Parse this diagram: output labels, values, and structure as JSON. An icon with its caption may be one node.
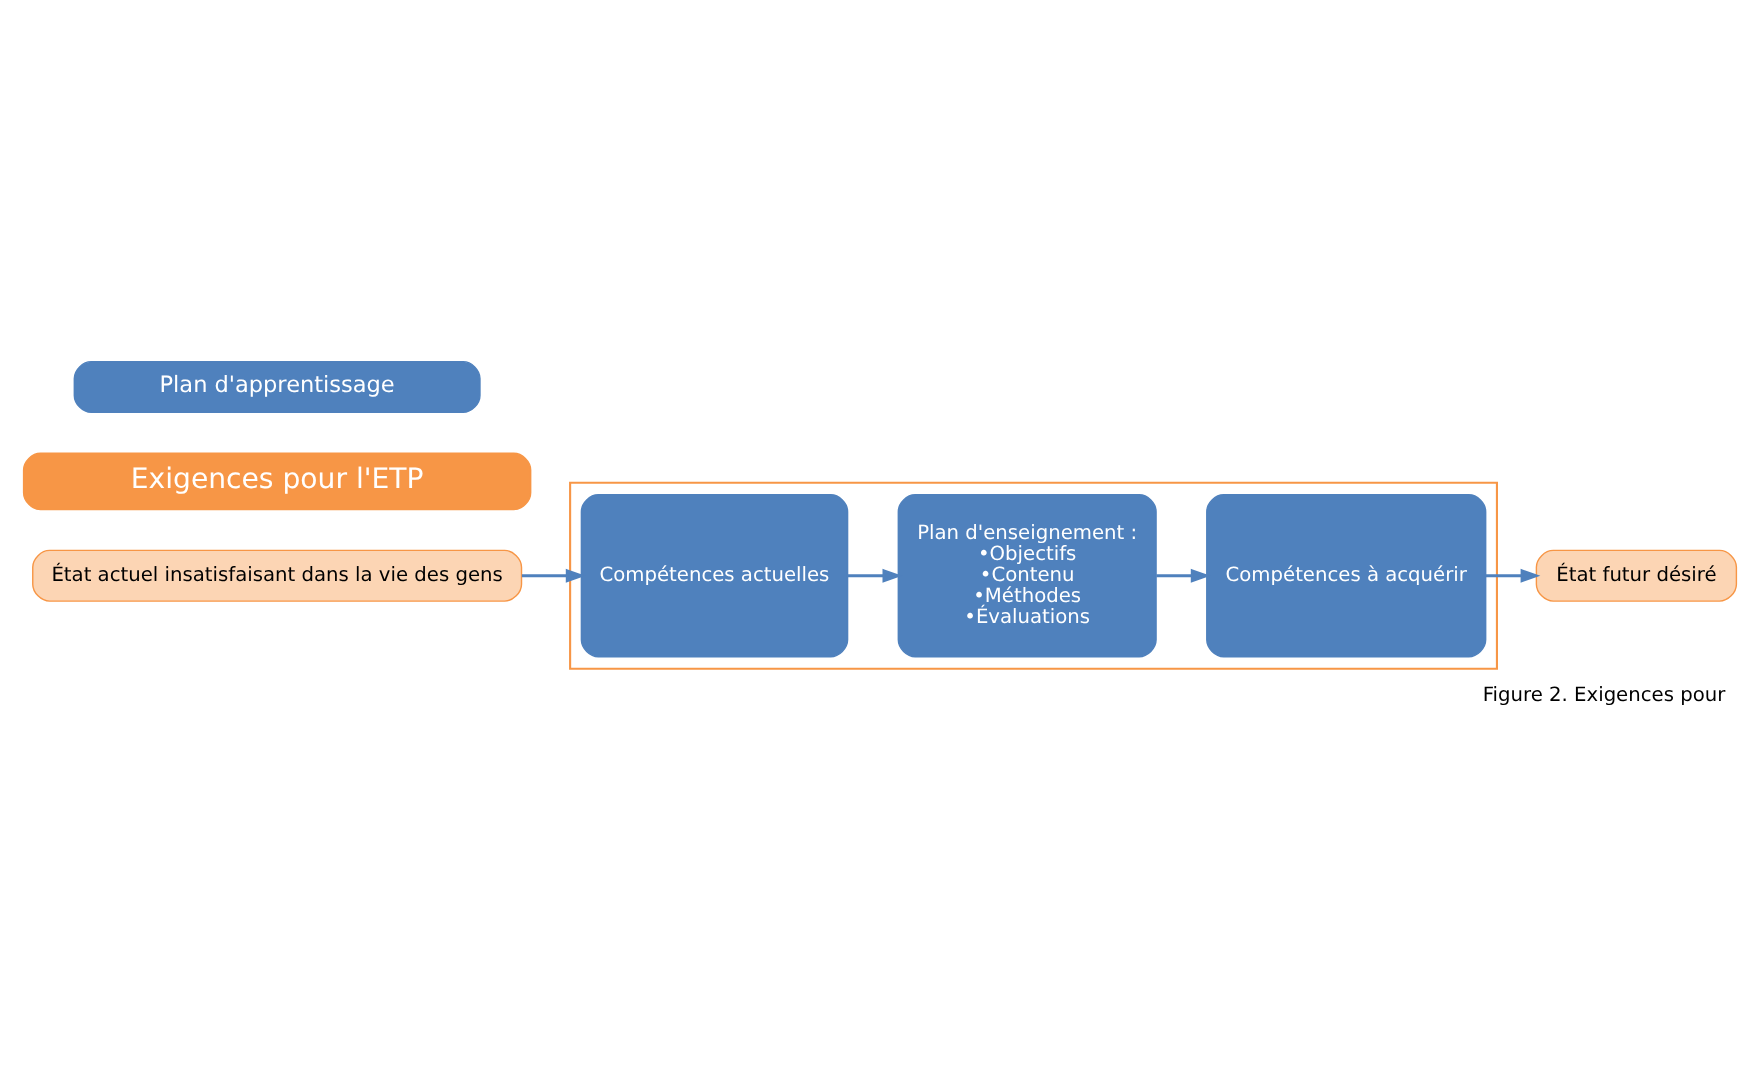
{
  "diagram": {
    "caption": "Figure 2. Exigences pour",
    "nodes": [
      {
        "text": [
          "Exigences pour l'ETP"
        ]
      },
      {
        "text": [
          "Plan d'apprentissage"
        ]
      },
      {
        "text": [],
        "shape": "box"
      },
      {
        "text": [
          "Compétences actuelles"
        ],
        "in": 2
      },
      {
        "text": [
          "Plan d'enseignement :",
          "•Objectifs",
          "•Contenu",
          "•Méthodes",
          "•Évaluations"
        ],
        "in": 2
      },
      {
        "text": [
          "Compétences à acquérir"
        ],
        "in": 2
      },
      {
        "text": [
          "État futur désiré"
        ]
      },
      {
        "text": [
          "État actuel insatisfaisant dans la vie des gens"
        ]
      }
    ],
    "edges": [
      {
        "from": 7,
        "to": 3,
        "arrow": "to"
      },
      {
        "from": 3,
        "to": 4,
        "arrow": "to"
      },
      {
        "from": 4,
        "to": 5,
        "arrow": "to"
      },
      {
        "from": 5,
        "to": 6,
        "arrow": "to"
      }
    ]
  }
}
